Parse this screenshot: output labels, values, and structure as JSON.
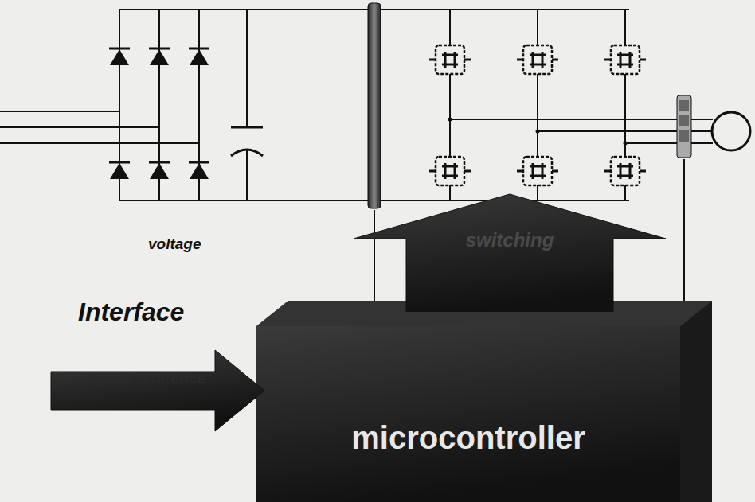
{
  "diagram": {
    "nodes": [
      {
        "text": [
          "microcontroller"
        ]
      },
      {
        "text": [
          "switching"
        ]
      },
      {
        "text": [
          "Speed reference"
        ]
      }
    ],
    "labels": [
      "voltage",
      "Interface"
    ]
  }
}
